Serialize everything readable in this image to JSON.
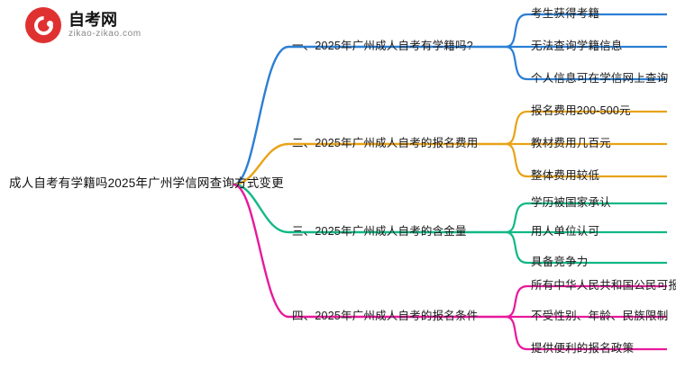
{
  "logo": {
    "title": "自考网",
    "subtitle": "zikao-zikao.com",
    "mark_color": "#e03131",
    "icon": "circle-c-logo-icon"
  },
  "mindmap": {
    "root": "成人自考有学籍吗2025年广州学信网查询方式变更",
    "branches": [
      {
        "label": "一、2025年广州成人自考有学籍吗?",
        "color": "#2b7fd4",
        "leaves": [
          "考生获得考籍",
          "无法查询学籍信息",
          "个人信息可在学信网上查询"
        ]
      },
      {
        "label": "二、2025年广州成人自考的报名费用",
        "color": "#e8a317",
        "leaves": [
          "报名费用200-500元",
          "教材费用几百元",
          "整体费用较低"
        ]
      },
      {
        "label": "三、2025年广州成人自考的含金量",
        "color": "#12b886",
        "leaves": [
          "学历被国家承认",
          "用人单位认可",
          "具备竞争力"
        ]
      },
      {
        "label": "四、2025年广州成人自考的报名条件",
        "color": "#e8199b",
        "leaves": [
          "所有中华人民共和国公民可报名",
          "不受性别、年龄、民族限制",
          "提供便利的报名政策"
        ]
      }
    ]
  }
}
